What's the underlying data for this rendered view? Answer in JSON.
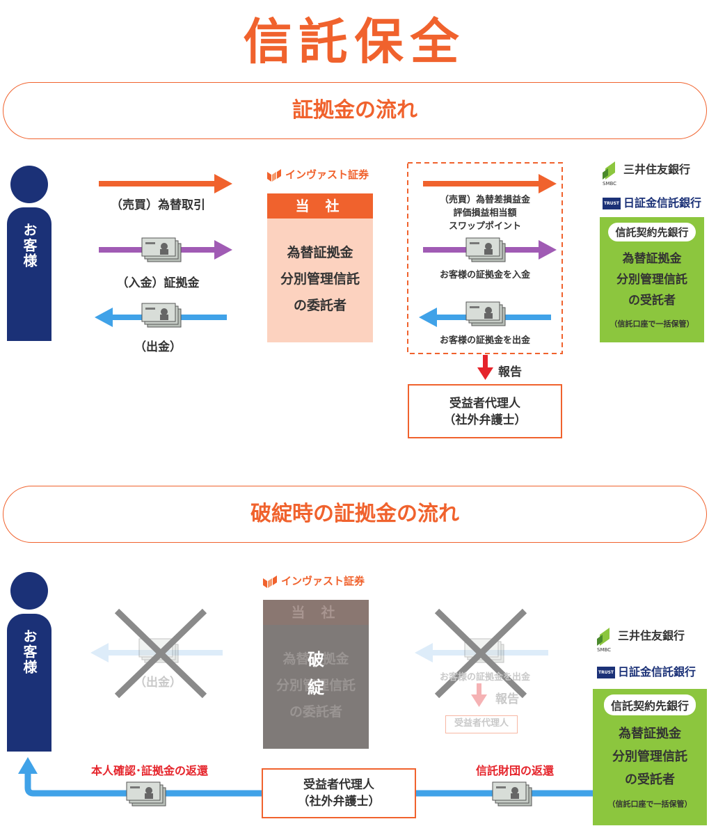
{
  "title": "信託保全",
  "section1": {
    "heading": "証拠金の流れ",
    "customer": "お客様",
    "flow_trade": "（売買）為替取引",
    "flow_deposit": "（入金）証拠金",
    "flow_withdraw": "（出金）",
    "company_logo": "インヴァスト証券",
    "company_header": "当 社",
    "company_body": [
      "為替証拠金",
      "分別管理信託",
      "の委託者"
    ],
    "mid_trade": [
      "（売買）為替差損益金",
      "評価損益相当額",
      "スワップポイント"
    ],
    "mid_deposit": "お客様の証拠金を入金",
    "mid_withdraw": "お客様の証拠金を出金",
    "report": "報告",
    "agent": [
      "受益者代理人",
      "（社外弁護士）"
    ],
    "bank1": "三井住友銀行",
    "bank1_small": "SMBC",
    "bank2": "日証金信託銀行",
    "bank2_badge": "TRUST",
    "trust_pill": "信託契約先銀行",
    "trust_body": [
      "為替証拠金",
      "分別管理信託",
      "の受託者"
    ],
    "trust_note": "（信託口座で一括保管）"
  },
  "section2": {
    "heading": "破綻時の証拠金の流れ",
    "customer": "お客様",
    "flow_withdraw": "（出金）",
    "company_logo": "インヴァスト証券",
    "company_header": "当 社",
    "company_body": [
      "為替証拠金",
      "分別管理信託",
      "の委託者"
    ],
    "bankrupt": [
      "破",
      "綻"
    ],
    "mid_withdraw": "お客様の証拠金を出金",
    "report": "報告",
    "agent_small": "受益者代理人",
    "return_left": "本人確認･証拠金の返還",
    "return_right": "信託財団の返還",
    "agent": [
      "受益者代理人",
      "（社外弁護士）"
    ],
    "bank1": "三井住友銀行",
    "bank1_small": "SMBC",
    "bank2": "日証金信託銀行",
    "bank2_badge": "TRUST",
    "trust_pill": "信託契約先銀行",
    "trust_body": [
      "為替証拠金",
      "分別管理信託",
      "の受託者"
    ],
    "trust_note": "（信託口座で一括保管）"
  },
  "colors": {
    "orange": "#f0622d",
    "purple": "#a05bb4",
    "blue": "#40a2e8",
    "navy": "#1b3177",
    "green": "#8cc63e",
    "red": "#e5242b"
  }
}
